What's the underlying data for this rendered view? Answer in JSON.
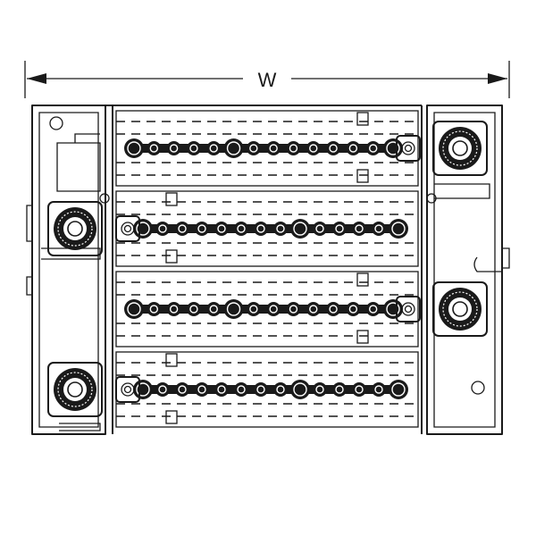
{
  "diagram": {
    "dimension_label": "W",
    "colors": {
      "line": "#1a1a1a",
      "background": "#ffffff"
    },
    "icons": [
      "arrowhead-icon",
      "terminal-lug-icon",
      "mounting-hole-icon"
    ],
    "bars": [
      {
        "name": "bar-1",
        "screw_pattern": [
          1,
          0,
          0,
          0,
          1,
          0,
          0,
          0,
          0,
          0,
          1
        ],
        "small_screws": 14,
        "lug_side": "right"
      },
      {
        "name": "bar-2",
        "screw_pattern": [
          1,
          0,
          0,
          0,
          0,
          0,
          1,
          0,
          0,
          0,
          1
        ],
        "small_screws": 14,
        "lug_side": "left"
      },
      {
        "name": "bar-3",
        "screw_pattern": [
          1,
          0,
          0,
          0,
          1,
          0,
          0,
          0,
          0,
          0,
          1
        ],
        "small_screws": 14,
        "lug_side": "right"
      },
      {
        "name": "bar-4",
        "screw_pattern": [
          1,
          0,
          0,
          0,
          0,
          0,
          1,
          0,
          0,
          0,
          1
        ],
        "small_screws": 14,
        "lug_side": "left"
      }
    ]
  }
}
